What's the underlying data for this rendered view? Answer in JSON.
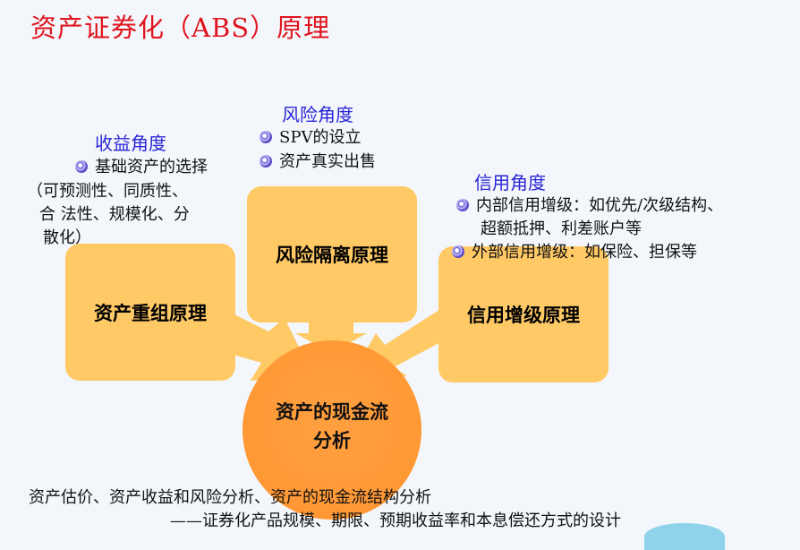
{
  "title": "资产证券化（ABS）原理",
  "return_angle": {
    "heading": "收益角度",
    "bullet": "基础资产的选择",
    "detail_lines": [
      "（可预测性、同质性、",
      "合 法性、规模化、分",
      "散化）"
    ]
  },
  "risk_angle": {
    "heading": "风险角度",
    "bullets": [
      "SPV的设立",
      "资产真实出售"
    ]
  },
  "credit_angle": {
    "heading": "信用角度",
    "bullet1_lines": [
      "内部信用增级：如优先/次级结构、",
      "超额抵押、利差账户等"
    ],
    "bullet2": "外部信用增级：如保险、担保等"
  },
  "boxes": {
    "restructure": "资产重组原理",
    "isolation": "风险隔离原理",
    "enhancement": "信用增级原理"
  },
  "center": "资产的现金流分析",
  "footer": {
    "line1": "资产估价、资产收益和风险分析、资产的现金流结构分析",
    "line2": "——证券化产品规模、期限、预期收益率和本息偿还方式的设计"
  },
  "colors": {
    "title": "#e0141e",
    "heading": "#2a24d6",
    "box": "#ffc966",
    "circle": "#ff9933"
  }
}
